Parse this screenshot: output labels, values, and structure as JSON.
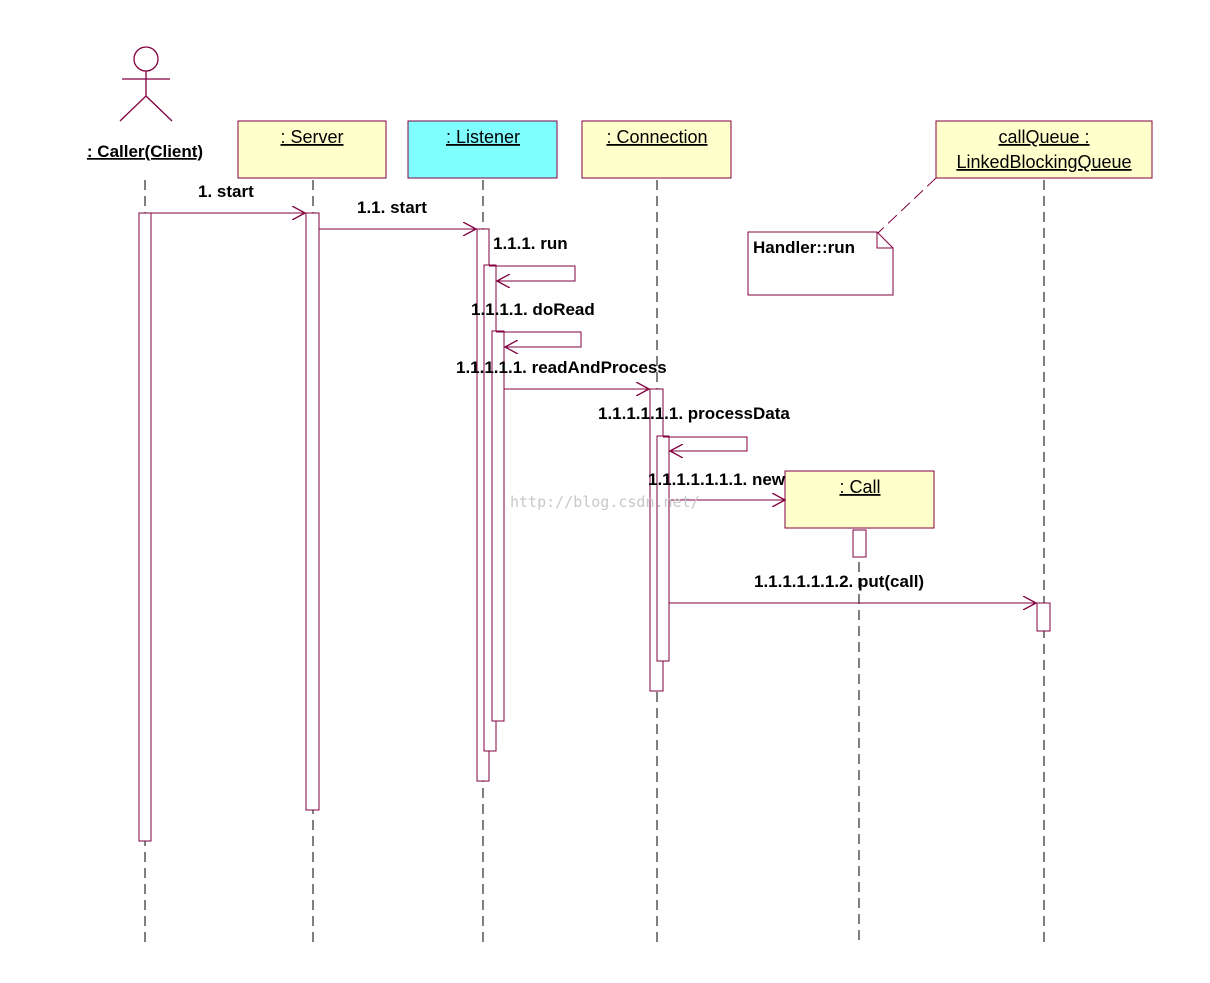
{
  "objects": {
    "caller": ": Caller(Client)",
    "server": ": Server",
    "listener": ": Listener",
    "connection": ": Connection",
    "queue_line1": "callQueue :",
    "queue_line2": "LinkedBlockingQueue",
    "call": ": Call"
  },
  "note": {
    "text": "Handler::run"
  },
  "messages": {
    "m1": "1. start",
    "m2": "1.1. start",
    "m3": "1.1.1. run",
    "m4": "1.1.1.1. doRead",
    "m5": "1.1.1.1.1. readAndProcess",
    "m6": "1.1.1.1.1.1. processData",
    "m7": "1.1.1.1.1.1.1. new",
    "m8": "1.1.1.1.1.1.2. put(call)"
  },
  "watermark": "http://blog.csdn.net/",
  "colors": {
    "line": "#800040",
    "object_fill": "#ffffcc",
    "listener_fill": "#80ffff",
    "object_border": "#800040"
  }
}
